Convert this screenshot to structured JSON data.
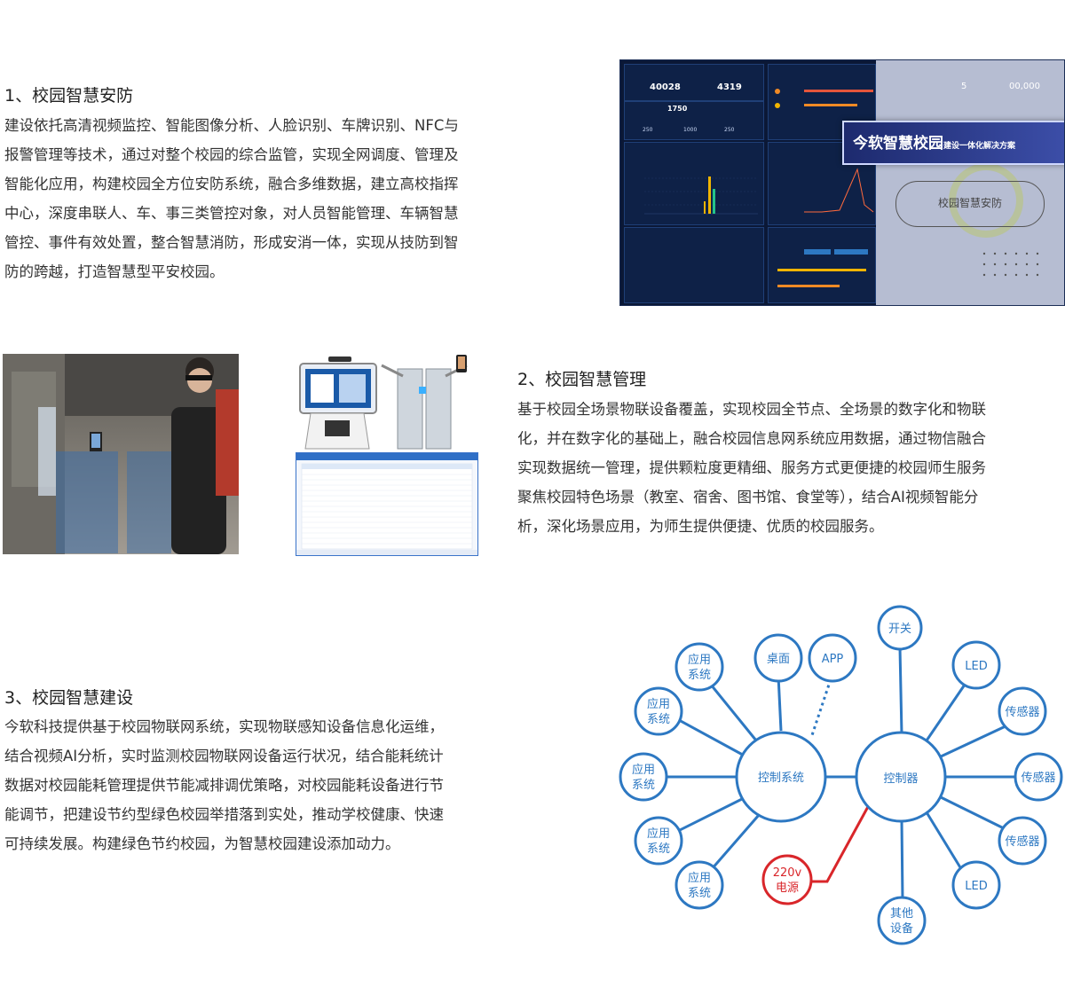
{
  "section1": {
    "title": "1、校园智慧安防",
    "lines": [
      "建设依托高清视频监控、智能图像分析、人脸识别、车牌识别、NFC与",
      "报警管理等技术，通过对整个校园的综合监管，实现全网调度、管理及",
      "智能化应用，构建校园全方位安防系统，融合多维数据，建立高校指挥",
      "中心，深度串联人、车、事三类管控对象，对人员智能管理、车辆智慧",
      "管控、事件有效处置，整合智慧消防，形成安消一体，实现从技防到智",
      "防的跨越，打造智慧型平安校园。"
    ],
    "dashboard": {
      "stat1": "40028",
      "stat2": "4319",
      "alarm_total": "1750",
      "sub1": "250",
      "sub2": "1000",
      "sub3": "250",
      "stat_right1": "5",
      "stat_right2": "00,000",
      "banner_main": "今软智慧校园",
      "banner_sub": "建设一体化解决方案",
      "oval_label": "校园智慧安防"
    }
  },
  "section2": {
    "title": "2、校园智慧管理",
    "lines": [
      "基于校园全场景物联设备覆盖，实现校园全节点、全场景的数字化和物联",
      "化，并在数字化的基础上，融合校园信息网系统应用数据，通过物信融合",
      "实现数据统一管理，提供颗粒度更精细、服务方式更便捷的校园师生服务",
      "聚焦校园特色场景（教室、宿舍、图书馆、食堂等），结合AI视频智能分",
      "析，深化场景应用，为师生提供便捷、优质的校园服务。"
    ]
  },
  "section3": {
    "title": "3、校园智慧建设",
    "lines": [
      "今软科技提供基于校园物联网系统，实现物联感知设备信息化运维，",
      "结合视频AI分析，实时监测校园物联网设备运行状况，结合能耗统计",
      "数据对校园能耗管理提供节能减排调优策略，对校园能耗设备进行节",
      "能调节，把建设节约型绿色校园举措落到实处，推动学校健康、快速",
      "可持续发展。构建绿色节约校园，为智慧校园建设添加动力。"
    ],
    "diagram": {
      "hub_left": "控制系统",
      "hub_right": "控制器",
      "app_l1": "应用",
      "app_l2": "系统",
      "desktop": "桌面",
      "app": "APP",
      "switch": "开关",
      "led": "LED",
      "sensor": "传感器",
      "other_l1": "其他",
      "other_l2": "设备",
      "power_l1": "220v",
      "power_l2": "电源",
      "blue": "#2d78c2",
      "red": "#d9262a"
    }
  }
}
